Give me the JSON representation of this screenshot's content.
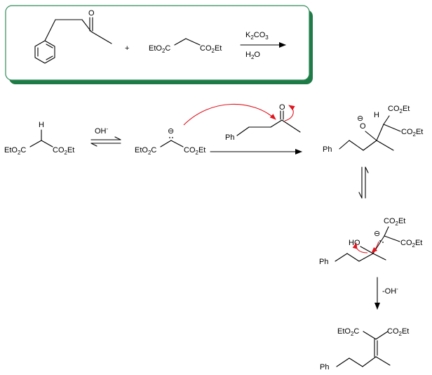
{
  "colors": {
    "box_border": "#2e8b57",
    "box_shadow": "#1e7a46",
    "arrow_red": "#e0141e"
  },
  "reaction": {
    "reagent_k": "K",
    "reagent_co": "CO",
    "reagent_2": "2",
    "reagent_3": "3",
    "solvent_h": "H",
    "solvent_2": "2",
    "solvent_o": "O",
    "plus": "+",
    "ketone_o": "O"
  },
  "labels": {
    "H": "H",
    "O": "O",
    "HO": "HO",
    "Ph": "Ph",
    "EtO": "EtO",
    "CO": "CO",
    "Et": "Et",
    "C": "C",
    "two": "2",
    "OH": "OH",
    "minus": "-",
    "neg_OH_prefix": "-OH",
    "charge": "⊖"
  }
}
